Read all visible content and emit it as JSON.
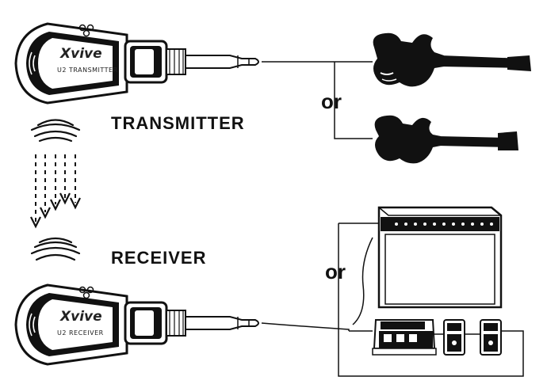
{
  "labels": {
    "transmitter": "TRANSMITTER",
    "receiver": "RECEIVER",
    "or_guitars": "or",
    "or_outputs": "or"
  },
  "devices": {
    "transmitter": {
      "brand": "Xvive",
      "model": "U2 TRANSMITTER"
    },
    "receiver": {
      "brand": "Xvive",
      "model": "U2 RECEIVER"
    }
  },
  "colors": {
    "ink": "#111111",
    "background": "#ffffff"
  }
}
